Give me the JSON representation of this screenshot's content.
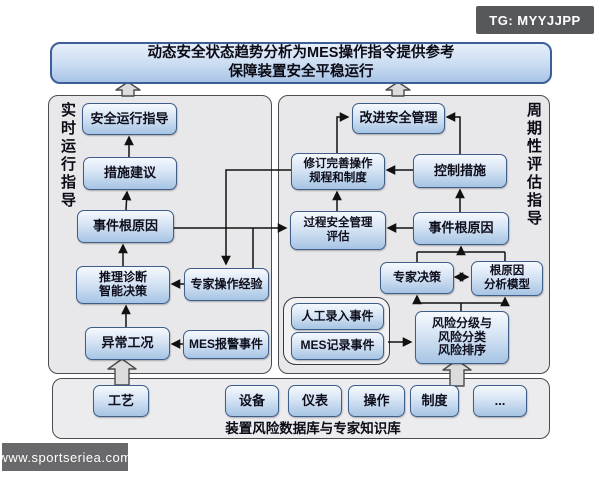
{
  "badges": {
    "tg": "TG: MYYJJPP",
    "site": "www.sportseriea.com"
  },
  "title": {
    "line1": "动态安全状态趋势分析为MES操作指令提供参考",
    "line2": "保障装置安全平稳运行"
  },
  "left_panel": {
    "label": "实时运行指导",
    "nodes": {
      "safety_guidance": "安全运行指导",
      "measures": "措施建议",
      "root_cause": "事件根原因",
      "reasoning": [
        "推理诊断",
        "智能决策"
      ],
      "abnormal": "异常工况",
      "expert_experience": "专家操作经验",
      "mes_alarm": "MES报警事件"
    }
  },
  "right_panel": {
    "label": "周期性评估指导",
    "nodes": {
      "improve": "改进安全管理",
      "revise": [
        "修订完善操作",
        "规程和制度"
      ],
      "control": "控制措施",
      "psm_eval": [
        "过程安全管理",
        "评估"
      ],
      "root_cause": "事件根原因",
      "expert_decision": "专家决策",
      "rca_model": [
        "根原因",
        "分析模型"
      ],
      "manual_event": "人工录入事件",
      "mes_record": "MES记录事件",
      "risk": [
        "风险分级与",
        "风险分类",
        "风险排序"
      ]
    }
  },
  "database": {
    "label": "装置风险数据库与专家知识库",
    "items": [
      "工艺",
      "设备",
      "仪表",
      "操作",
      "制度",
      "..."
    ]
  },
  "colors": {
    "node_fill_top": "#f5f9fe",
    "node_fill_bottom": "#a6c4e4",
    "node_border": "#3e5d88",
    "panel_bg": "#e8e8ea",
    "badge_bg": "#57585c",
    "connector": "#111111"
  }
}
